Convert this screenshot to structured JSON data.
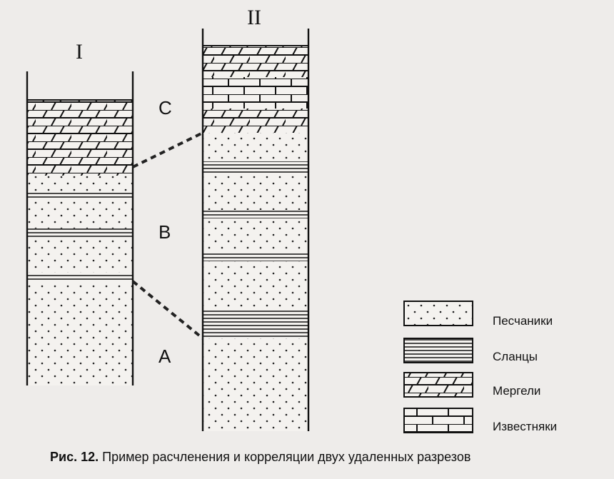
{
  "columns": [
    {
      "id": "col-1",
      "label": "I"
    },
    {
      "id": "col-2",
      "label": "II"
    }
  ],
  "units": {
    "A": "A",
    "B": "B",
    "C": "C"
  },
  "legend": [
    {
      "key": "sandstone",
      "label": "Песчаники"
    },
    {
      "key": "shale",
      "label": "Сланцы"
    },
    {
      "key": "marl",
      "label": "Мергели"
    },
    {
      "key": "limestone",
      "label": "Известняки"
    }
  ],
  "caption": {
    "number": "Рис. 12.",
    "text": "Пример расчленения и корреляции двух удаленных разрезов"
  },
  "colors": {
    "background": "#eeecea",
    "ink": "#111111"
  }
}
